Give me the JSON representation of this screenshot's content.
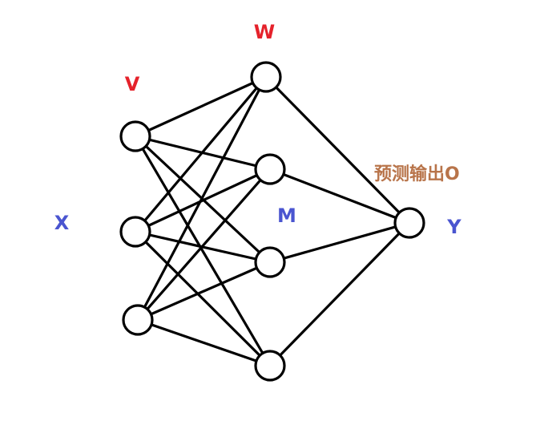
{
  "labels": {
    "V": {
      "text": "V",
      "color": "#e5222b"
    },
    "W": {
      "text": "W",
      "color": "#e5222b"
    },
    "X": {
      "text": "X",
      "color": "#4a55d0"
    },
    "M": {
      "text": "M",
      "color": "#4a55d0"
    },
    "Y": {
      "text": "Y",
      "color": "#4a55d0"
    },
    "output": {
      "text": "预测输出O",
      "color": "#b8744a"
    }
  },
  "layers": {
    "input": [
      "input-node-1",
      "input-node-2",
      "input-node-3"
    ],
    "hidden": [
      "hidden-node-1",
      "hidden-node-2",
      "hidden-node-3",
      "hidden-node-4"
    ],
    "output": [
      "output-node"
    ]
  },
  "connectivity": "fully-connected",
  "line_color": "#000000"
}
